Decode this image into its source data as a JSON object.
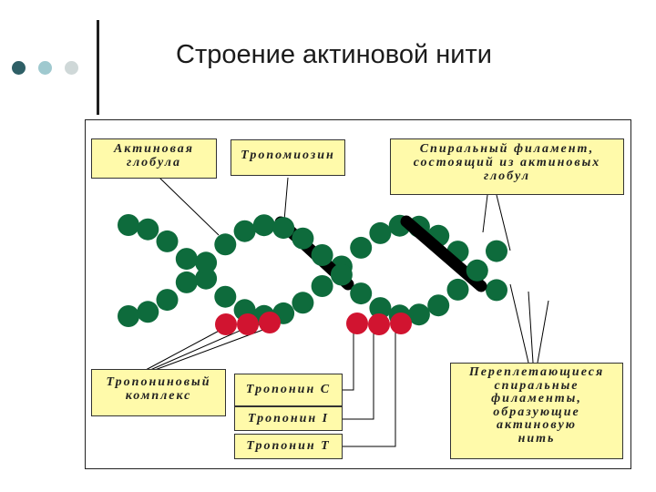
{
  "title": "Строение актиновой нити",
  "colors": {
    "actin": "#0e6b3c",
    "tropomyosin": "#000000",
    "troponin": "#d11430",
    "label_bg": "#fffaaa",
    "bullet_dark": "#2e5f66",
    "bullet_mid": "#9fc9cf",
    "bullet_light": "#cfd8d8"
  },
  "labels": {
    "actin_globule": [
      "Актиновая",
      "глобула"
    ],
    "tropomyosin": [
      "Тропомиозин"
    ],
    "spiral_filament": [
      "Спиральный филамент,",
      "состоящий из актиновых",
      "глобул"
    ],
    "troponin_complex": [
      "Тропониновый",
      "комплекс"
    ],
    "troponin_c": [
      "Тропонин С"
    ],
    "troponin_i": [
      "Тропонин I"
    ],
    "troponin_t": [
      "Тропонин Т"
    ],
    "interwoven": [
      "Переплетающиеся",
      "спиральные",
      "филаменты,",
      "образующие",
      "актиновую",
      "нить"
    ]
  }
}
